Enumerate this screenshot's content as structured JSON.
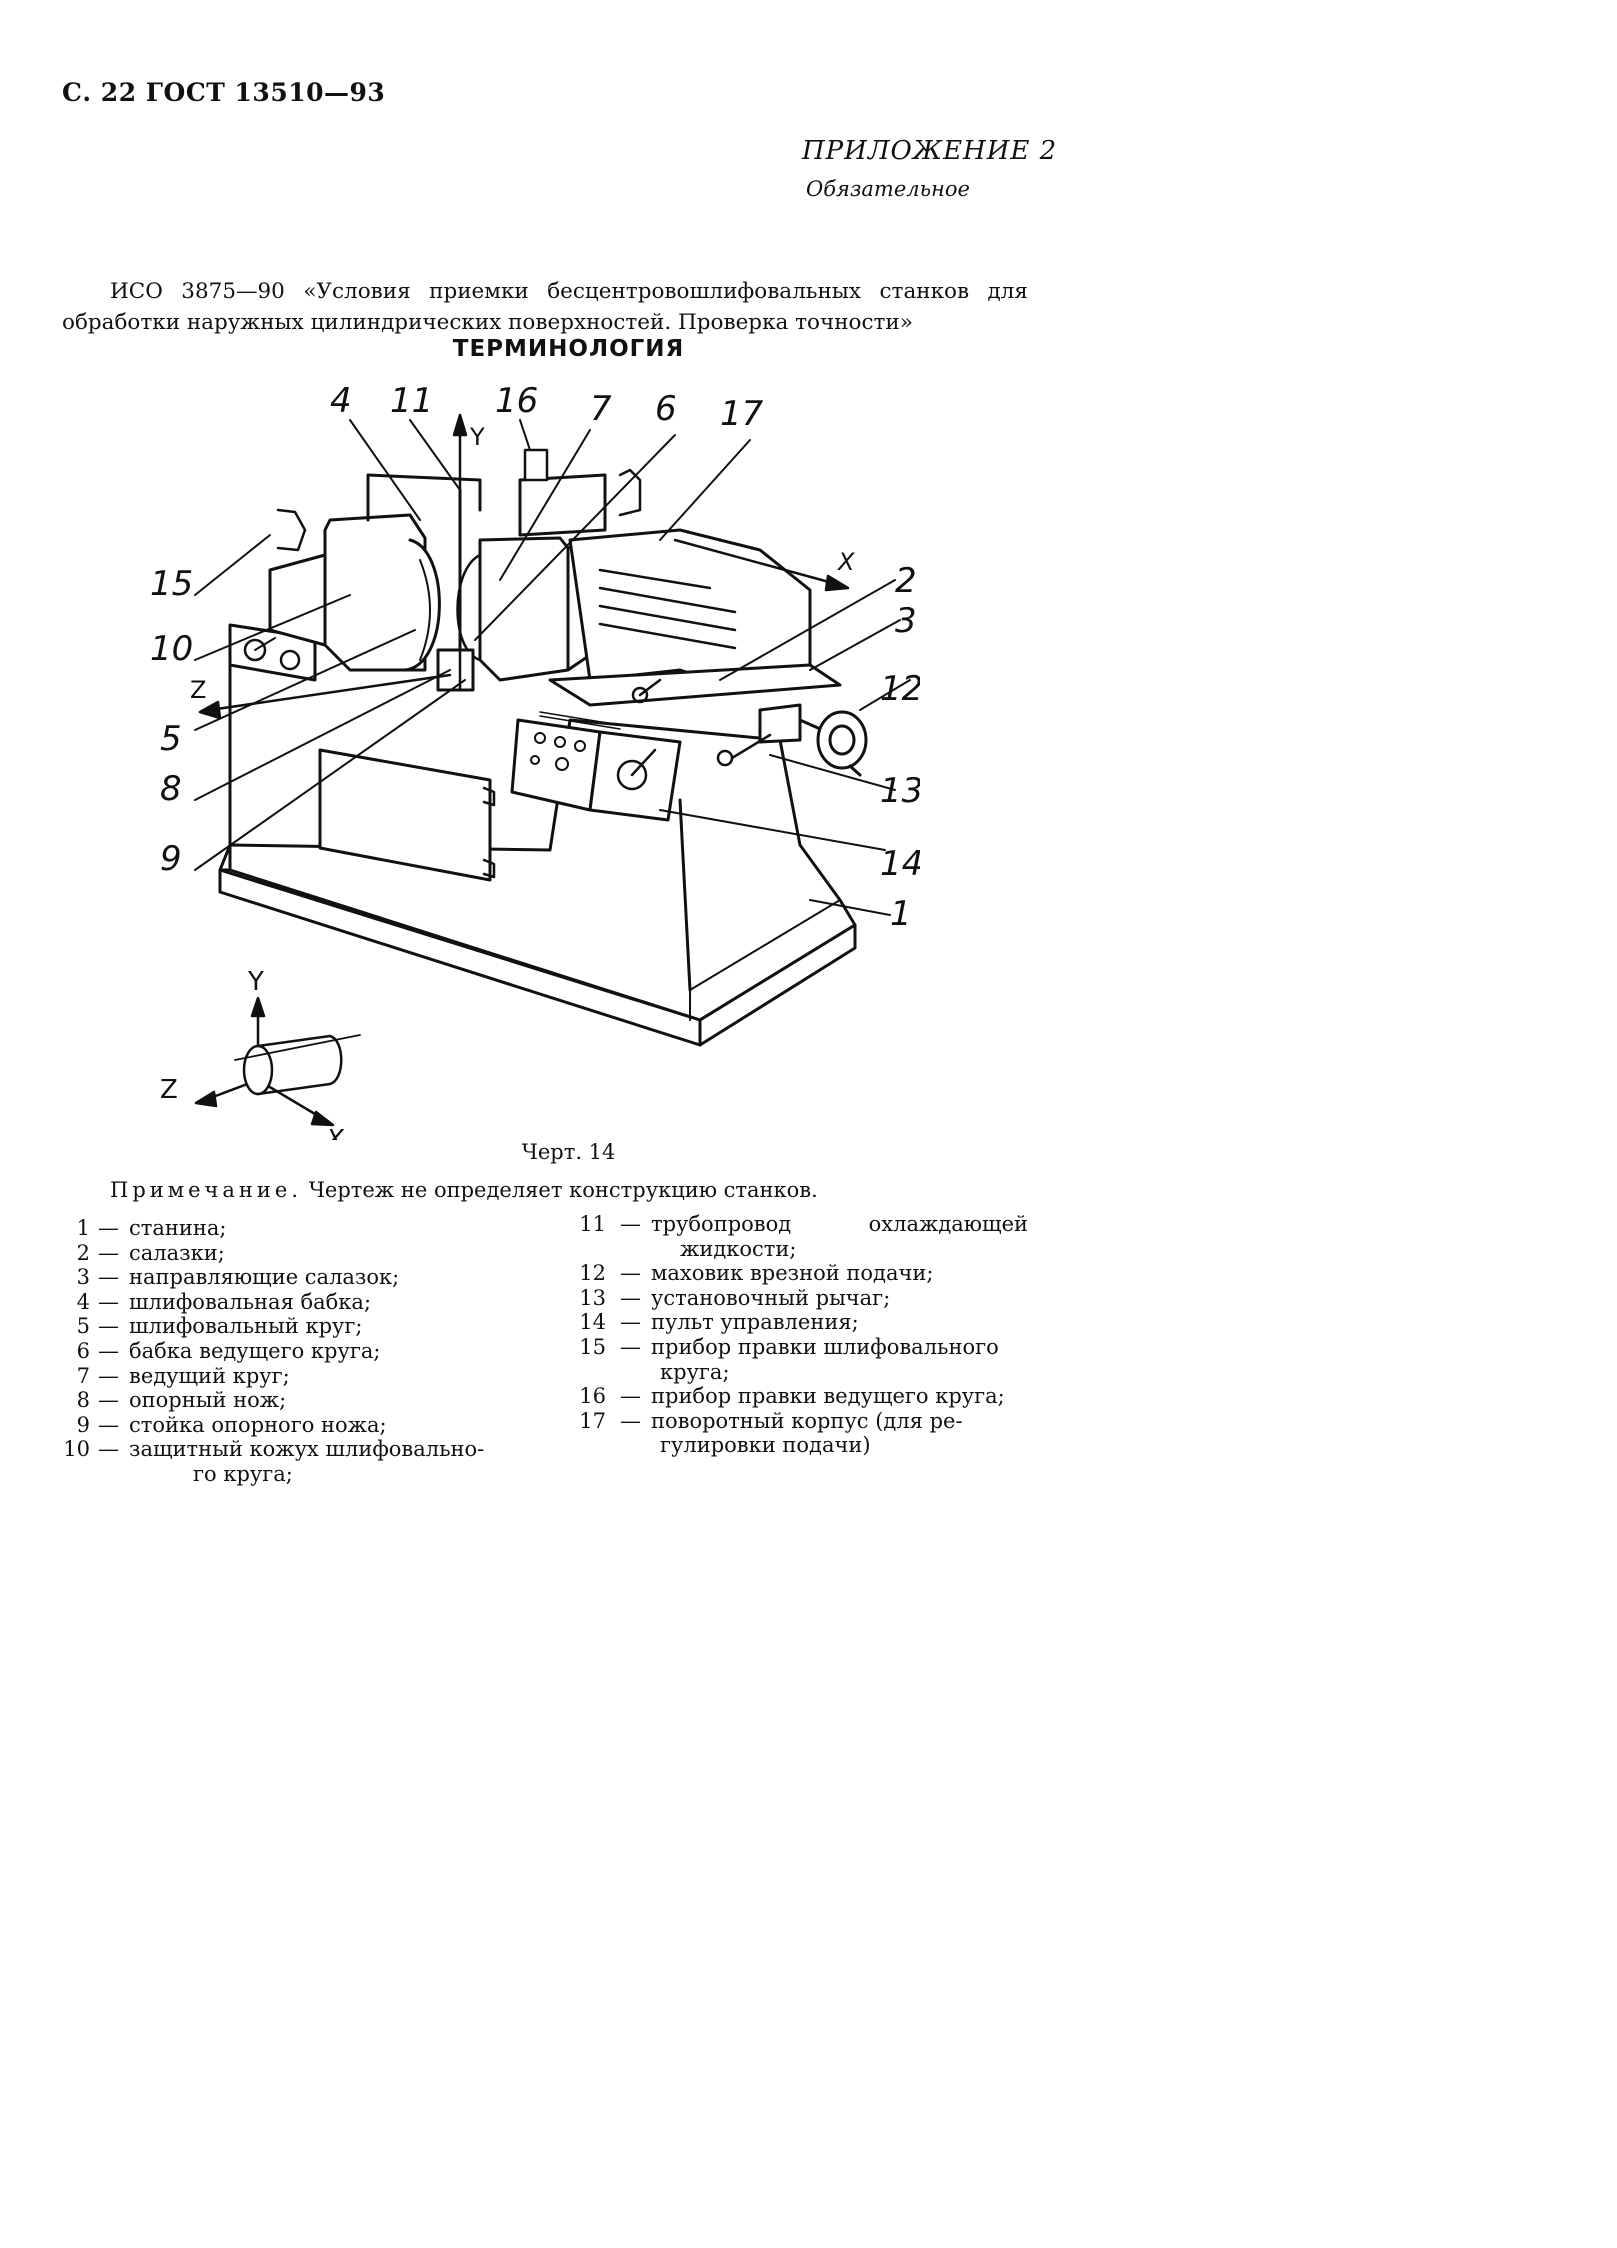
{
  "header": {
    "page_ref": "С. 22 ГОСТ 13510—93"
  },
  "appendix": {
    "title": "ПРИЛОЖЕНИЕ 2",
    "status": "Обязательное"
  },
  "intro": {
    "line1": "ИСО 3875—90 «Условия приемки бесцентровошлифовальных станков для",
    "line2": "обработки наружных цилиндрических поверхностей. Проверка точности»"
  },
  "section_title": "ТЕРМИНОЛОГИЯ",
  "drawing": {
    "callouts": [
      "1",
      "2",
      "3",
      "4",
      "5",
      "6",
      "7",
      "8",
      "9",
      "10",
      "11",
      "12",
      "13",
      "14",
      "15",
      "16",
      "17"
    ],
    "axis_labels": {
      "x": "X",
      "y": "Y",
      "z": "Z"
    }
  },
  "caption": "Черт. 14",
  "note": {
    "label": "Примечание.",
    "text": "Чертеж не определяет конструкцию станков."
  },
  "legend": {
    "left": [
      {
        "num": "1",
        "text": "станина;"
      },
      {
        "num": "2",
        "text": "салазки;"
      },
      {
        "num": "3",
        "text": "направляющие салазок;"
      },
      {
        "num": "4",
        "text": "шлифовальная бабка;"
      },
      {
        "num": "5",
        "text": "шлифовальный круг;"
      },
      {
        "num": "6",
        "text": "бабка ведущего круга;"
      },
      {
        "num": "7",
        "text": "ведущий круг;"
      },
      {
        "num": "8",
        "text": "опорный нож;"
      },
      {
        "num": "9",
        "text": "стойка опорного ножа;"
      },
      {
        "num": "10",
        "text": "защитный кожух шлифовально-",
        "cont": "го круга;"
      }
    ],
    "right": [
      {
        "num": "11",
        "text": "трубопровод охлаждающей",
        "cont": "жидкости;"
      },
      {
        "num": "12",
        "text": "маховик врезной подачи;"
      },
      {
        "num": "13",
        "text": "установочный рычаг;"
      },
      {
        "num": "14",
        "text": "пульт управления;"
      },
      {
        "num": "15",
        "text": "прибор правки шлифовального",
        "cont": "круга;"
      },
      {
        "num": "16",
        "text": "прибор правки ведущего круга;"
      },
      {
        "num": "17",
        "text": "поворотный корпус (для ре-",
        "cont": "гулировки подачи)"
      }
    ]
  }
}
